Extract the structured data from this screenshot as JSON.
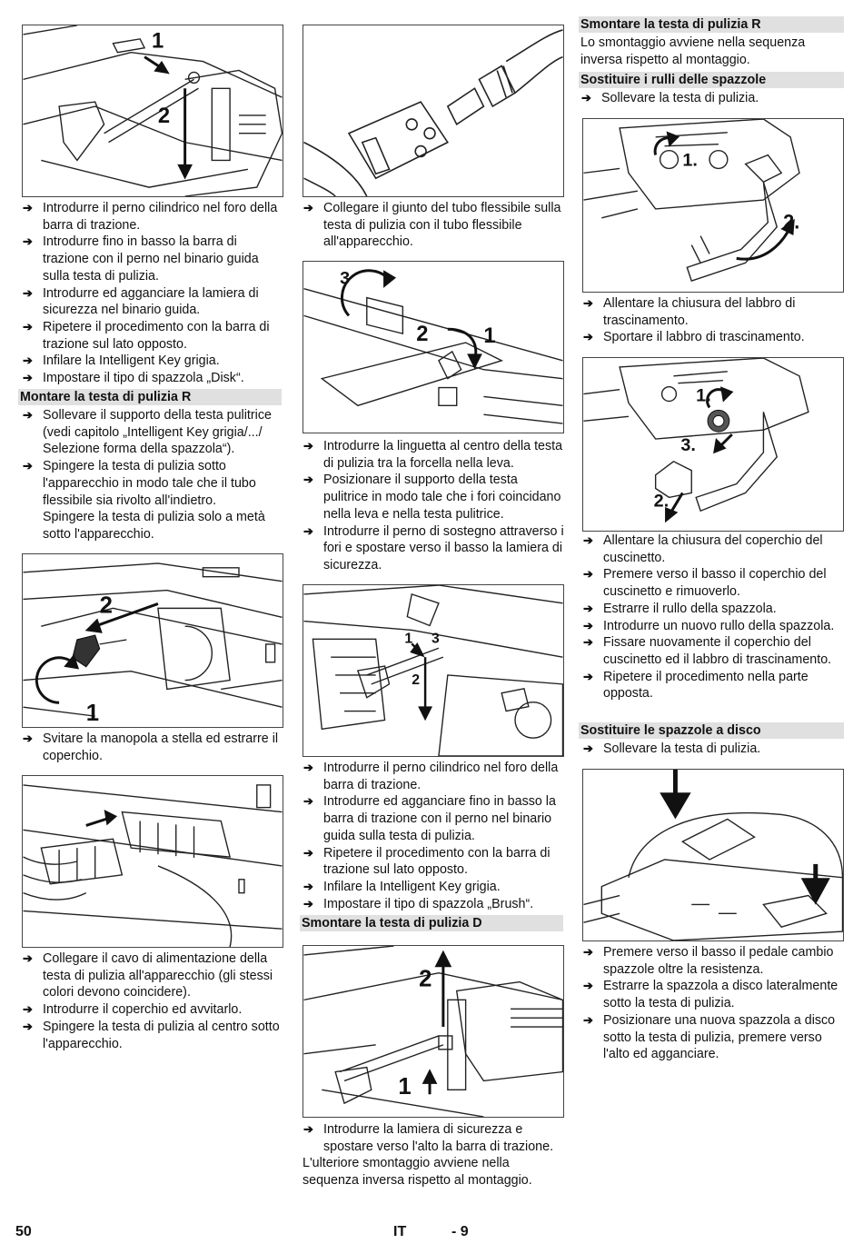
{
  "col1": {
    "steps_a": [
      "Introdurre il perno cilindrico nel foro della barra di trazione.",
      "Introdurre fino in basso la barra di trazione con il perno nel binario guida sulla testa di pulizia.",
      "Introdurre ed agganciare la lamiera di sicurezza nel binario guida.",
      "Ripetere il procedimento con la barra di trazione sul lato opposto.",
      "Infilare la Intelligent Key grigia.",
      "Impostare il tipo di spazzola „Disk“."
    ],
    "heading_mount_r": "Montare la testa di pulizia R",
    "steps_b": [
      "Sollevare il supporto della testa pulitrice (vedi capitolo „Intelligent Key grigia/.../ Selezione forma della spazzola“).",
      "Spingere la testa di pulizia sotto l'apparecchio in modo tale che il tubo flessibile sia rivolto all'indietro."
    ],
    "note_b": "Spingere la testa di pulizia solo a metà sotto l'apparecchio.",
    "steps_c": [
      "Svitare la manopola a stella ed estrarre il coperchio."
    ],
    "steps_d": [
      "Collegare il cavo di alimentazione della testa di pulizia all'apparecchio (gli stessi colori devono coincidere).",
      "Introdurre il coperchio ed avvitarlo.",
      "Spingere la testa di pulizia al centro sotto l'apparecchio."
    ],
    "fig1_labels": [
      "1",
      "2"
    ],
    "fig3_labels": [
      "2",
      "1"
    ]
  },
  "col2": {
    "steps_a": [
      "Collegare il giunto del tubo flessibile sulla testa di pulizia con il tubo flessibile all'apparecchio."
    ],
    "steps_b": [
      "Introdurre la linguetta al centro della testa di pulizia tra la forcella nella leva.",
      "Posizionare il supporto della testa pulitrice in modo tale che i fori coincidano nella leva e nella testa pulitrice.",
      "Introdurre il perno di sostegno attraverso i fori e spostare verso il basso la lamiera di sicurezza."
    ],
    "steps_c": [
      "Introdurre il perno cilindrico nel foro della barra di trazione.",
      "Introdurre ed agganciare fino in basso la barra di trazione con il perno nel binario guida sulla testa di pulizia.",
      "Ripetere il procedimento con la barra di trazione sul lato opposto.",
      "Infilare la Intelligent Key grigia.",
      "Impostare il tipo di spazzola „Brush“."
    ],
    "heading_dismount_d": "Smontare la testa di pulizia D",
    "steps_d": [
      "Introdurre la lamiera di sicurezza e spostare verso l'alto la barra di trazione."
    ],
    "note_d": "L'ulteriore smontaggio avviene nella sequenza inversa rispetto al montaggio.",
    "fig6_labels": [
      "3",
      "2",
      "1"
    ],
    "fig7_labels": [
      "1",
      "3",
      "2"
    ],
    "fig8_labels": [
      "2",
      "1"
    ]
  },
  "col3": {
    "heading_dismount_r": "Smontare la testa di pulizia R",
    "dismount_r_text": "Lo smontaggio avviene nella sequenza inversa rispetto al montaggio.",
    "heading_rollers": "Sostituire i rulli delle spazzole",
    "steps_a": [
      "Sollevare la testa di pulizia."
    ],
    "steps_b": [
      "Allentare la chiusura del labbro di trascinamento.",
      "Sportare il labbro di trascinamento."
    ],
    "steps_c": [
      "Allentare la chiusura del coperchio del cuscinetto.",
      "Premere verso il basso il coperchio del cuscinetto e rimuoverlo.",
      "Estrarre il rullo della spazzola.",
      "Introdurre un nuovo rullo della spazzola.",
      "Fissare nuovamente il coperchio del cuscinetto ed il labbro di trascinamento.",
      "Ripetere il procedimento nella parte opposta."
    ],
    "heading_discs": "Sostituire le spazzole a disco",
    "steps_d": [
      "Sollevare la testa di pulizia."
    ],
    "steps_e": [
      "Premere verso il basso il pedale cambio spazzole oltre la resistenza.",
      "Estrarre la spazzola a disco lateralmente sotto la testa di pulizia.",
      "Posizionare una nuova spazzola a disco sotto la testa di pulizia, premere verso l'alto ed agganciare."
    ],
    "fig9_labels": [
      "1.",
      "2."
    ],
    "fig10_labels": [
      "1.",
      "3.",
      "2."
    ]
  },
  "footer": {
    "page_number": "50",
    "language": "IT",
    "sub_page": "- 9"
  },
  "bullet_glyph": "➔"
}
